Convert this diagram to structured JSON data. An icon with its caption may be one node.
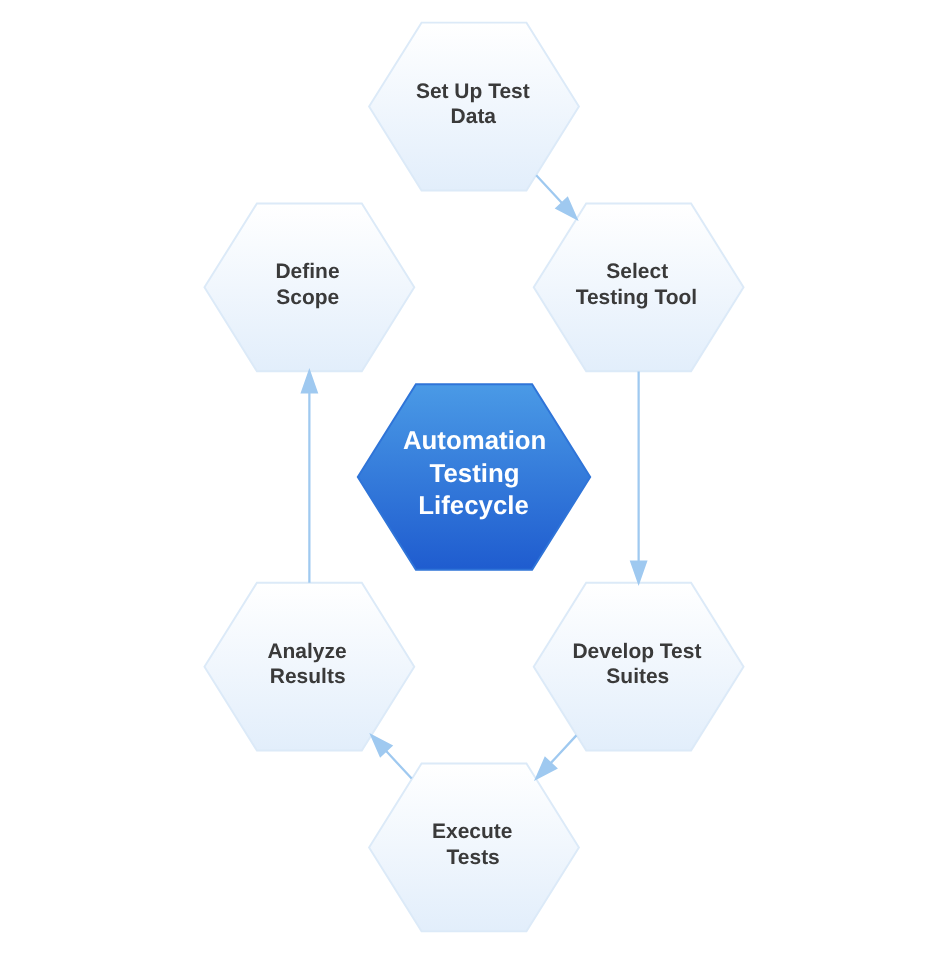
{
  "diagram": {
    "nodes": [
      {
        "text": [
          "Set Up Test Data"
        ]
      },
      {
        "text": [
          "Define Scope"
        ]
      },
      {
        "text": [
          "Select Testing Tool"
        ]
      },
      {
        "text": [
          "Automation Testing Lifecycle"
        ]
      },
      {
        "text": [
          "Analyze Results"
        ]
      },
      {
        "text": [
          "Develop Test Suites"
        ]
      },
      {
        "text": [
          "Execute Tests"
        ]
      }
    ],
    "edges": [
      {
        "from": 0,
        "to": 2,
        "arrow": "to"
      },
      {
        "from": 2,
        "to": 5,
        "arrow": "to"
      },
      {
        "from": 5,
        "to": 6,
        "arrow": "to"
      },
      {
        "from": 6,
        "to": 4,
        "arrow": "to"
      },
      {
        "from": 4,
        "to": 1,
        "arrow": "to"
      }
    ]
  }
}
